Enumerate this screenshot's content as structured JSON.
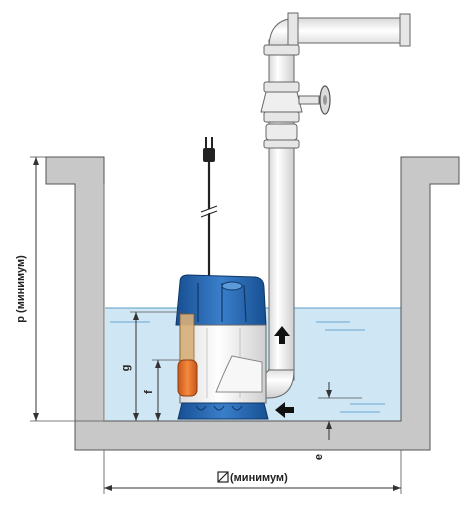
{
  "labels": {
    "p": "p  (минимум)",
    "g": "g",
    "f": "f",
    "e": "e",
    "diameter": "(минимум)"
  },
  "colors": {
    "sump_wall": "#c8c8c8",
    "sump_edge": "#555555",
    "water": "#cfe6f4",
    "water_line": "#5a9cc7",
    "pump_blue": "#1f5fa8",
    "pump_dark_blue": "#123f78",
    "float_orange": "#e8702a",
    "pipe": "#f2f2f2"
  },
  "icons": [
    "plug-icon",
    "valve-handwheel-icon",
    "flow-arrow-up-icon",
    "flow-arrow-left-icon",
    "diameter-symbol-icon"
  ]
}
